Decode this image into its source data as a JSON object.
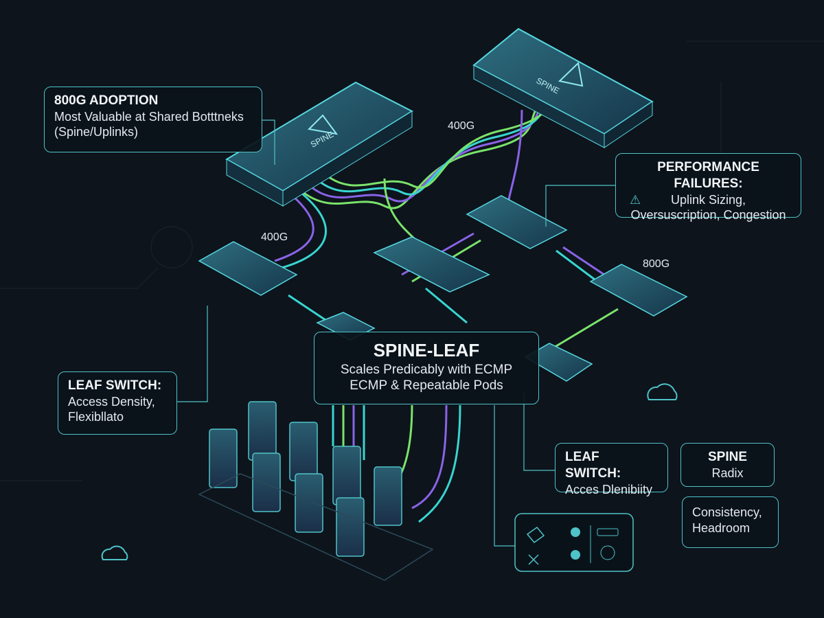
{
  "diagram": {
    "spine_label": "SPINE",
    "link_labels": [
      "400G",
      "400G",
      "800G"
    ],
    "colors": {
      "background": "#0d141c",
      "accent": "#4fc3c8",
      "green": "#7be36a",
      "purple": "#8a63e8",
      "cyan": "#38d6d0"
    }
  },
  "callouts": {
    "adoption": {
      "title": "800G ADOPTION",
      "lines": [
        "Most Valuable at Shared Botttneks",
        "(Spine/Uplinks)"
      ]
    },
    "performance": {
      "title": "PERFORMANCE FAILURES:",
      "lines": [
        "Uplink Sizing,",
        "Oversuscription, Congestion"
      ],
      "icon": "warning-bell-icon"
    },
    "spine_leaf": {
      "title": "SPINE-LEAF",
      "lines": [
        "Scales Predicably with ECMP",
        "ECMP & Repeatable Pods"
      ]
    },
    "leaf_left": {
      "title": "LEAF SWITCH:",
      "lines": [
        "Access Density,",
        "Flexibllato"
      ]
    },
    "leaf_right": {
      "title": "LEAF SWITCH:",
      "lines": [
        "Acces Dlenibiity"
      ]
    },
    "spine_radix": {
      "title": "SPINE",
      "lines": [
        "Radix"
      ]
    },
    "consistency": {
      "lines": [
        "Consistency,",
        "Headroom"
      ]
    }
  }
}
